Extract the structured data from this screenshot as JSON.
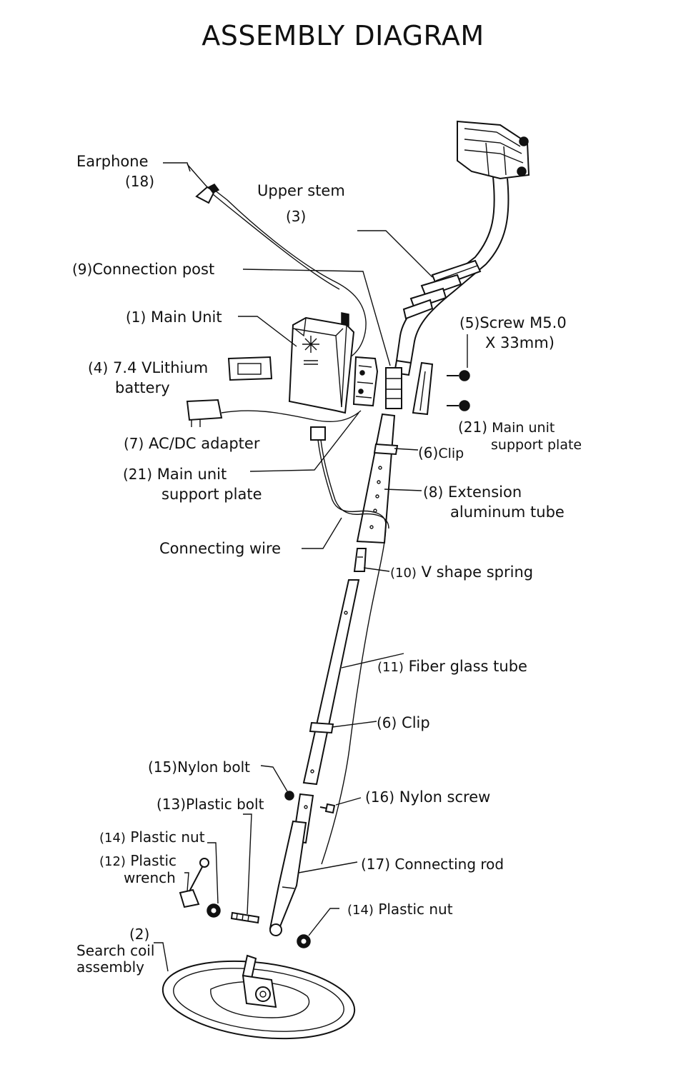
{
  "title": "ASSEMBLY DIAGRAM",
  "labels": {
    "earphone": {
      "name": "Earphone",
      "num": "(18)"
    },
    "upper_stem": {
      "name": "Upper stem",
      "num": "(3)"
    },
    "connection_post": {
      "num": "(9)",
      "name": "Connection post"
    },
    "main_unit": {
      "num": "(1)",
      "name": "Main Unit"
    },
    "battery": {
      "num": "(4)",
      "line1": "7.4 VLithium",
      "line2": "battery"
    },
    "screw": {
      "num": "(5)",
      "line1": "Screw M5.0",
      "line2": "X 33mm)"
    },
    "adapter": {
      "num": "(7)",
      "name": "AC/DC adapter"
    },
    "support_plate_left": {
      "num": "(21)",
      "line1": "Main unit",
      "line2": "support plate"
    },
    "support_plate_right": {
      "num": "(21)",
      "line1": "Main unit",
      "line2": "support plate"
    },
    "clip_top": {
      "num": "(6)",
      "name": "Clip"
    },
    "extension_tube": {
      "num": "(8)",
      "line1": "Extension",
      "line2": "aluminum tube"
    },
    "connecting_wire": {
      "name": "Connecting wire"
    },
    "v_spring": {
      "num": "(10)",
      "name": "V shape spring"
    },
    "fiber_tube": {
      "num": "(11)",
      "name": "Fiber glass tube"
    },
    "clip_mid": {
      "num": "(6)",
      "name": "Clip"
    },
    "nylon_bolt": {
      "num": "(15)",
      "name": "Nylon bolt"
    },
    "nylon_screw": {
      "num": "(16)",
      "name": "Nylon screw"
    },
    "plastic_bolt": {
      "num": "(13)",
      "name": "Plastic bolt"
    },
    "plastic_nut_left": {
      "num": "(14)",
      "name": "Plastic nut"
    },
    "wrench": {
      "num": "(12)",
      "line1": "Plastic",
      "line2": "wrench"
    },
    "connecting_rod": {
      "num": "(17)",
      "name": "Connecting rod"
    },
    "plastic_nut_right": {
      "num": "(14)",
      "name": "Plastic nut"
    },
    "search_coil": {
      "num": "(2)",
      "line1": "Search coil",
      "line2": "assembly"
    }
  }
}
